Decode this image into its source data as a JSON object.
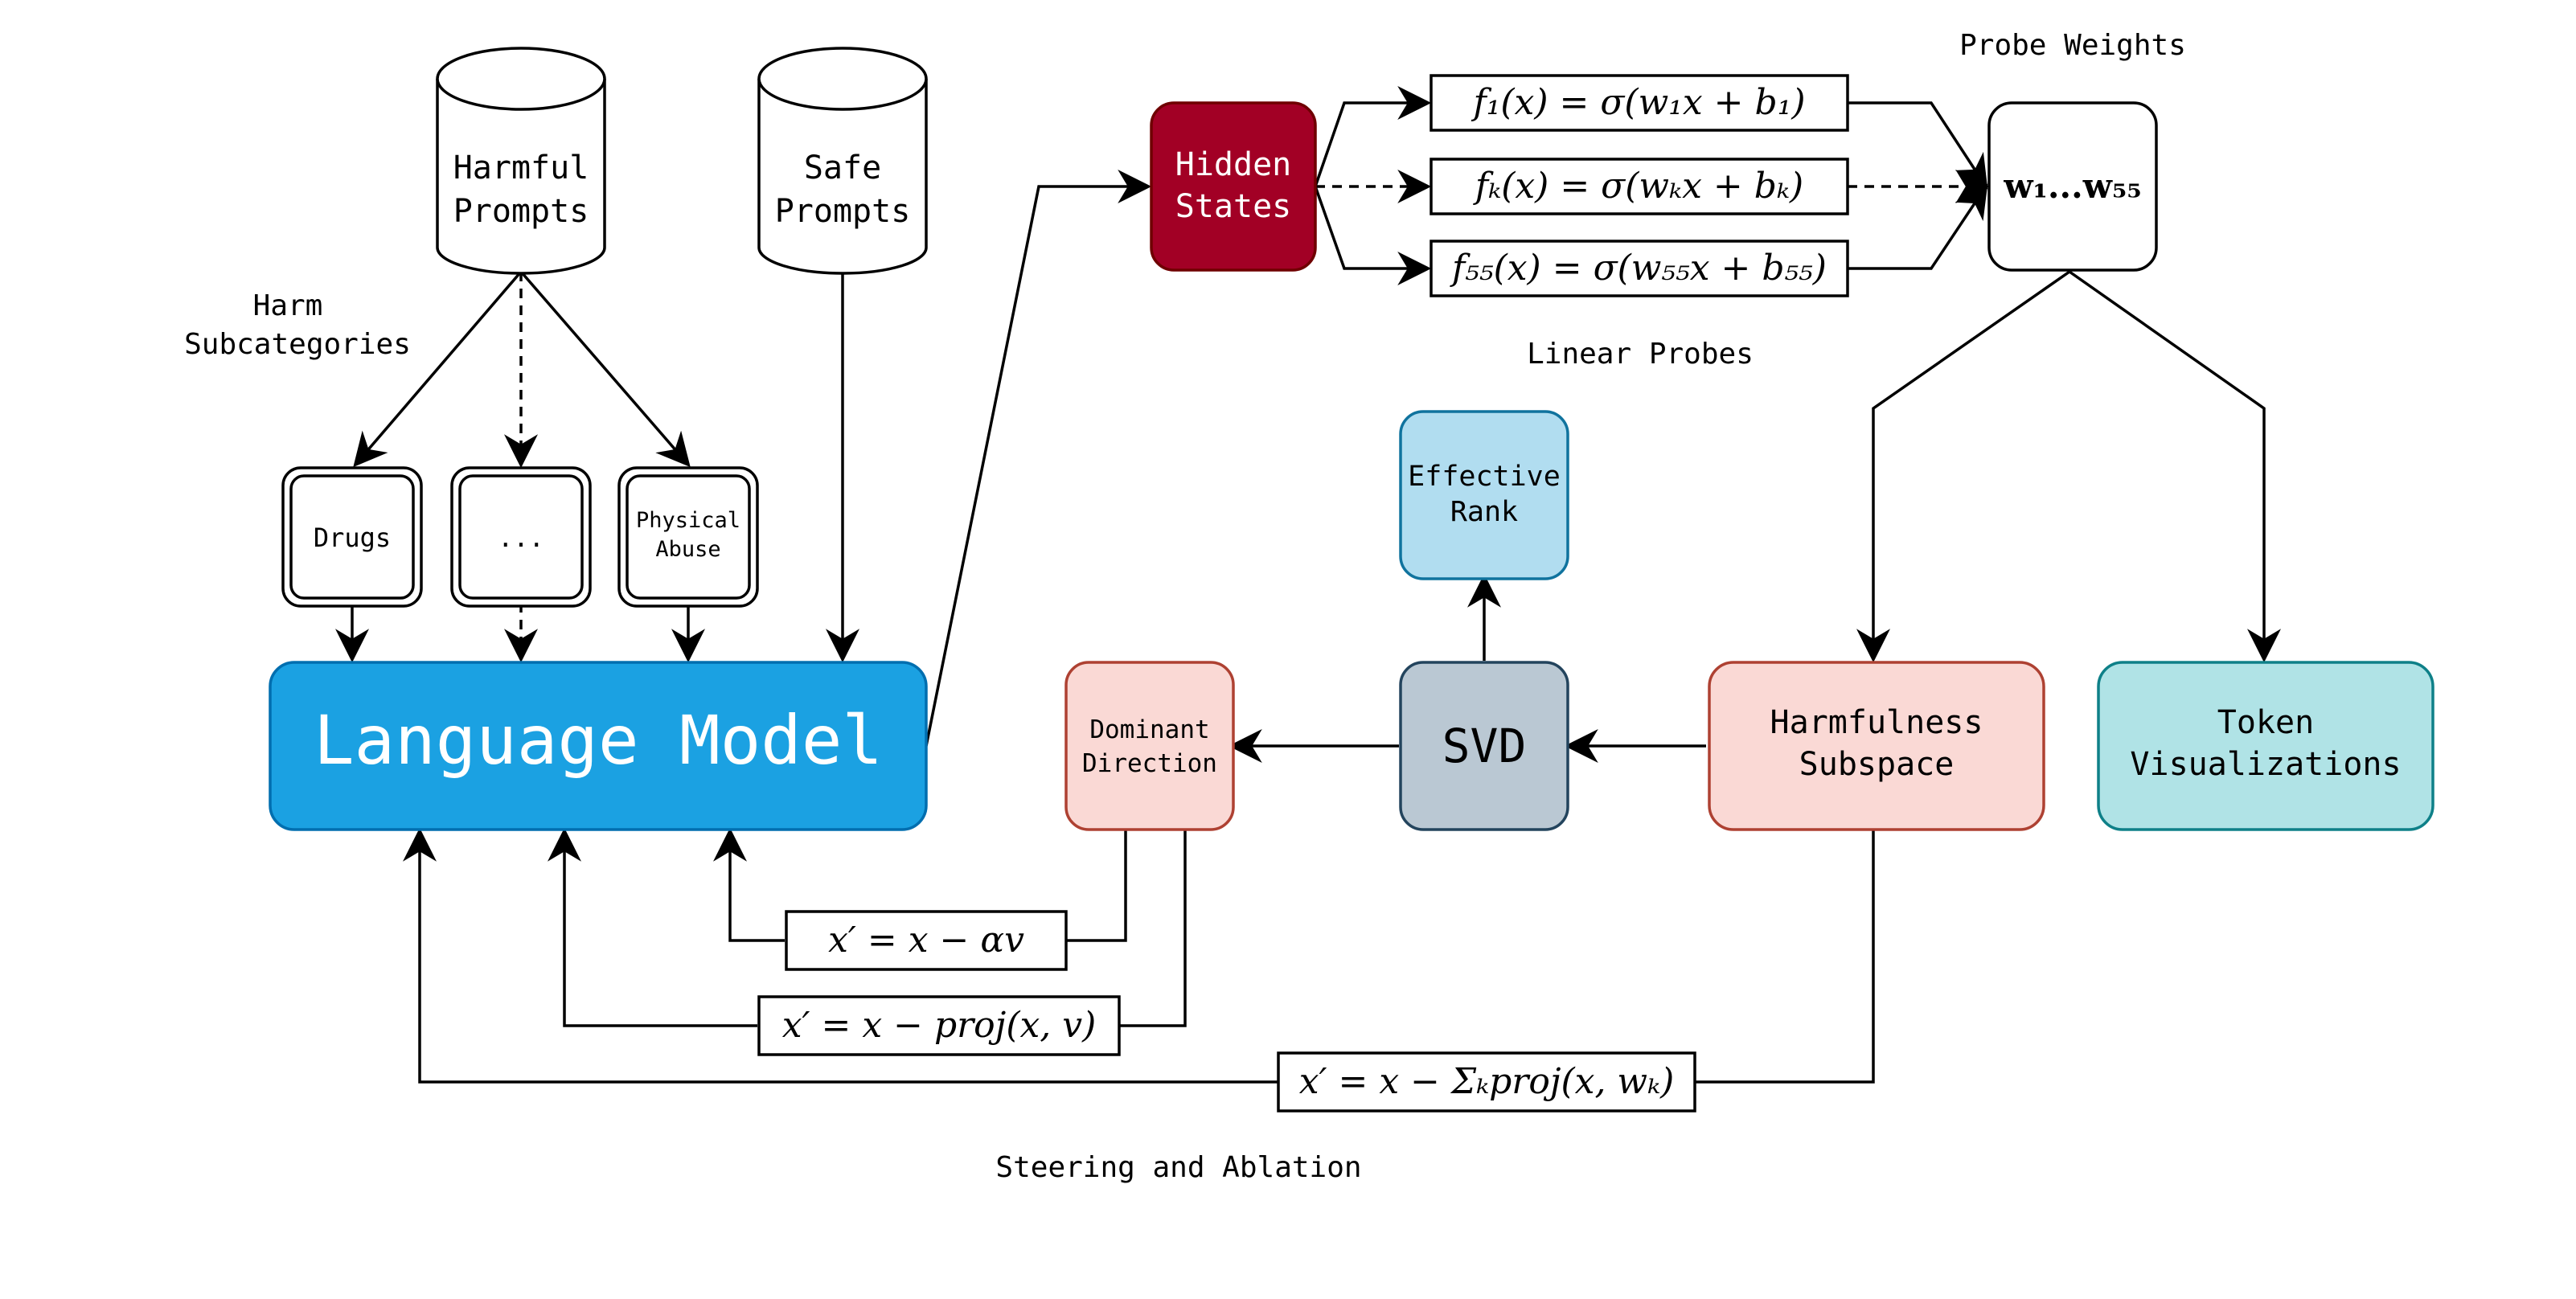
{
  "nodes": {
    "harmful_prompts": [
      "Harmful",
      "Prompts"
    ],
    "safe_prompts": [
      "Safe",
      "Prompts"
    ],
    "sub_drugs": "Drugs",
    "sub_ellipsis": "...",
    "sub_physical_abuse": [
      "Physical",
      "Abuse"
    ],
    "language_model": "Language Model",
    "hidden_states": [
      "Hidden",
      "States"
    ],
    "probe_f1": "f₁(x) = σ(w₁x + b₁)",
    "probe_fk": "fₖ(x) = σ(wₖx + bₖ)",
    "probe_f55": "f₅₅(x) = σ(w₅₅x + b₅₅)",
    "probe_weights_box": "w₁...w₅₅",
    "effective_rank": [
      "Effective",
      "Rank"
    ],
    "svd": "SVD",
    "dominant_direction": [
      "Dominant",
      "Direction"
    ],
    "harmfulness_subspace": [
      "Harmfulness",
      "Subspace"
    ],
    "token_visualizations": [
      "Token",
      "Visualizations"
    ],
    "eq_steer": "x′ = x − αv",
    "eq_proj": "x′ = x − proj(x, v)",
    "eq_sum_proj": "x′ = x − Σₖproj(x, wₖ)"
  },
  "labels": {
    "harm_subcategories": [
      "Harm",
      "Subcategories"
    ],
    "probe_weights": "Probe Weights",
    "linear_probes": "Linear Probes",
    "steering_ablation": "Steering and Ablation"
  },
  "colors": {
    "language_model_fill": "#1ba1e2",
    "language_model_stroke": "#006eaf",
    "hidden_states_fill": "#a20025",
    "hidden_states_stroke": "#6f0000",
    "pink_fill": "#fad9d5",
    "pink_stroke": "#ae4132",
    "blue_fill": "#b1ddf0",
    "blue_stroke": "#10739e",
    "svd_fill": "#bac8d3",
    "svd_stroke": "#23445d",
    "teal_fill": "#b0e3e6",
    "teal_stroke": "#0e8088"
  }
}
